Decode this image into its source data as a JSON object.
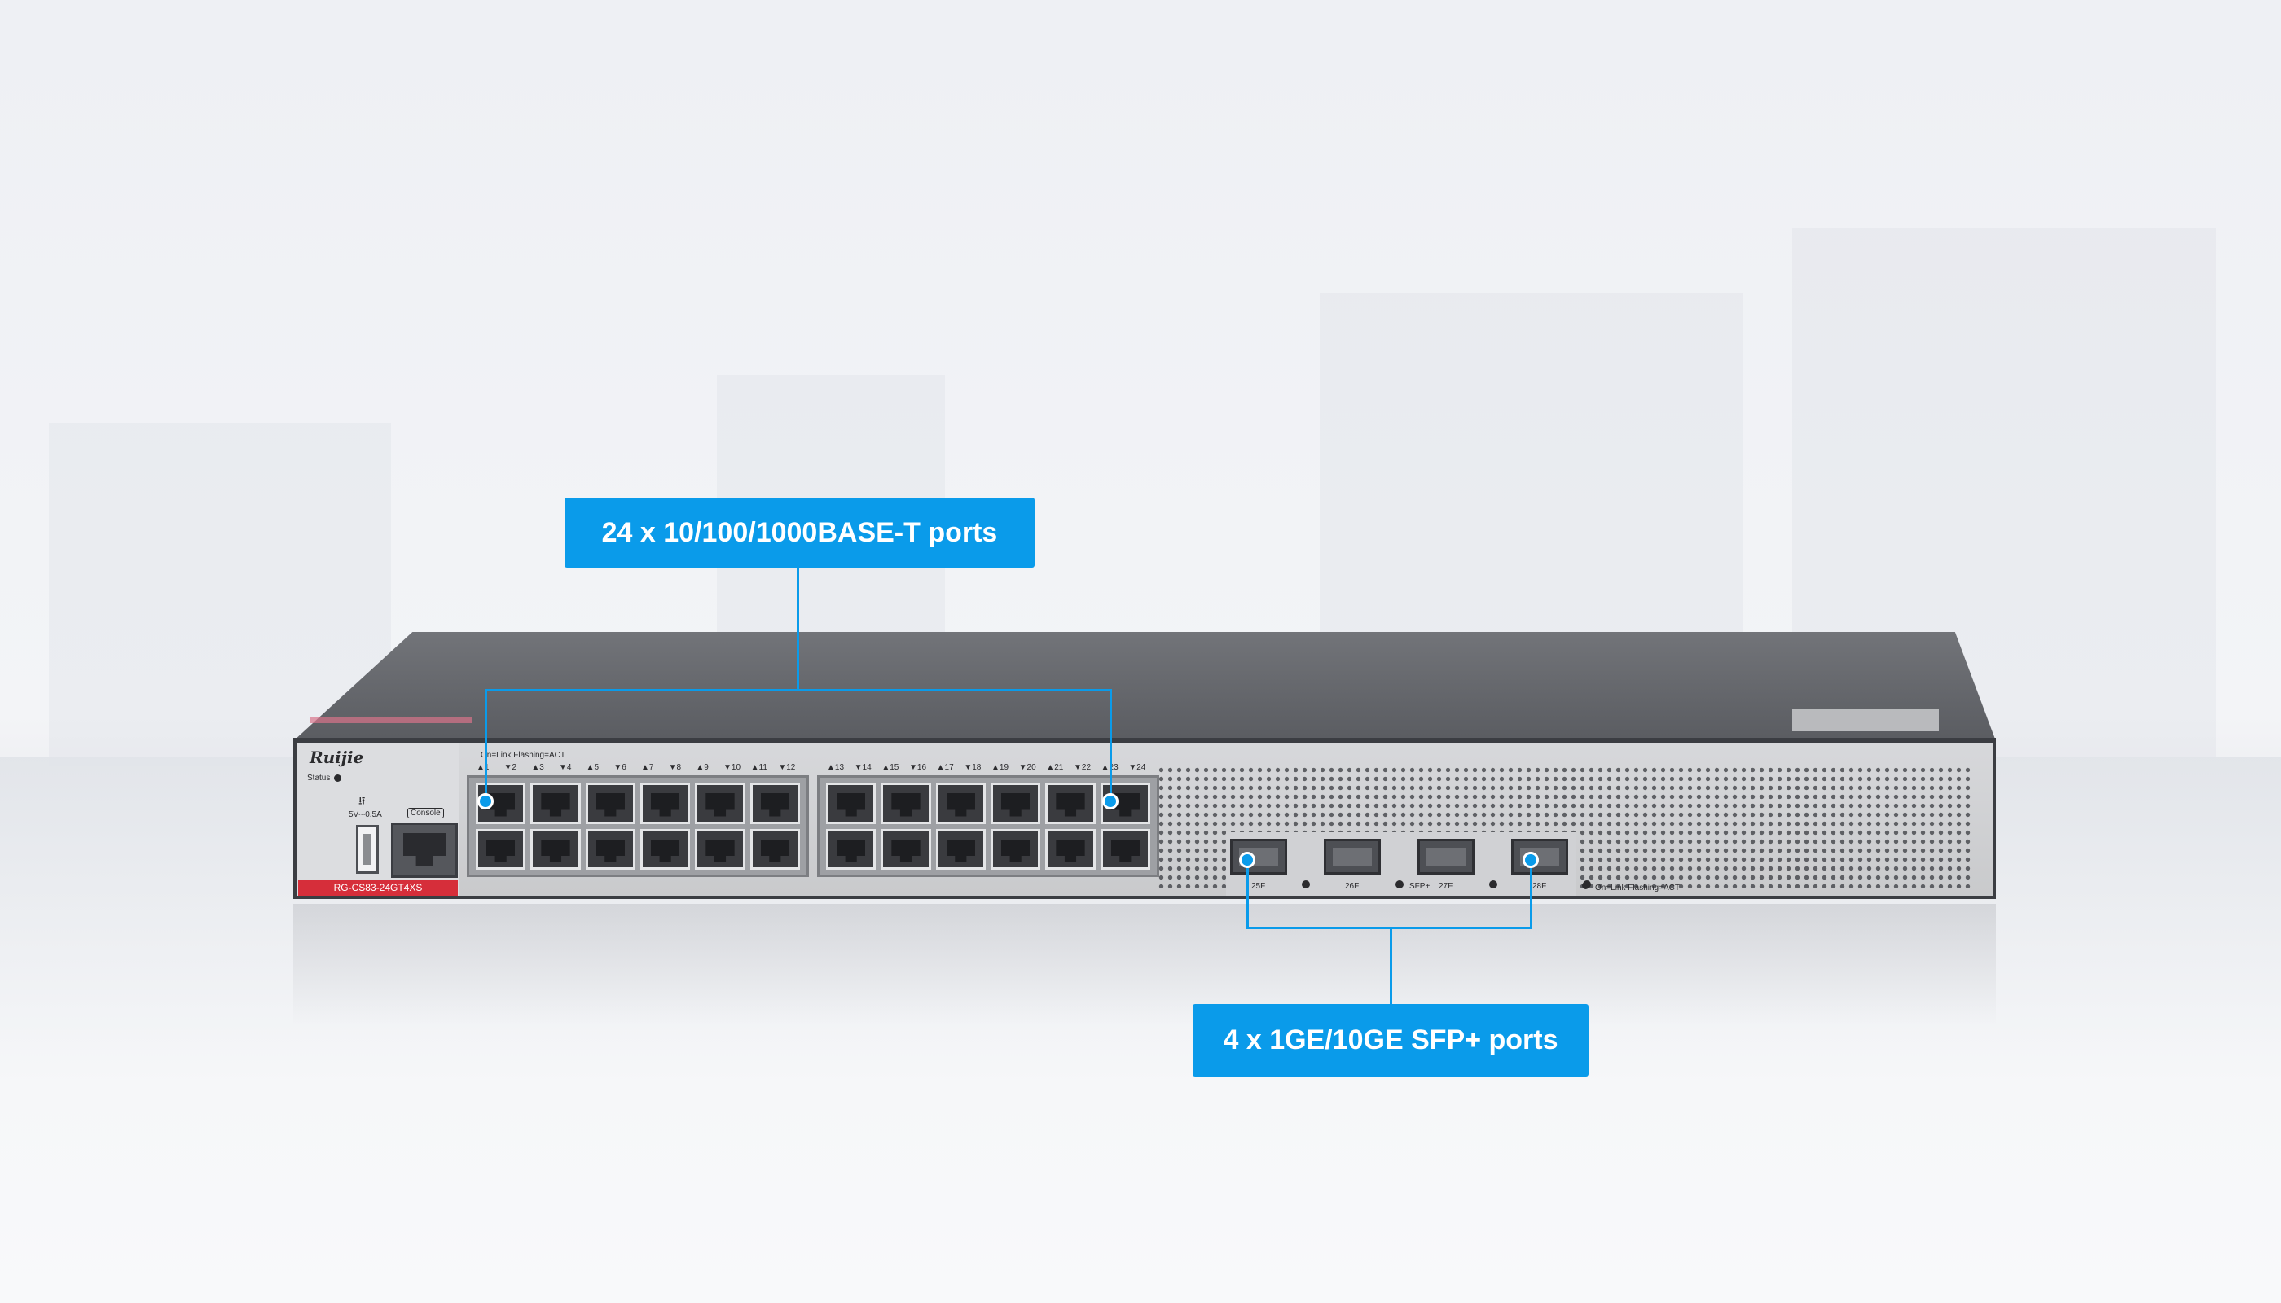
{
  "callouts": {
    "rj45_label": "24 x 10/100/1000BASE-T ports",
    "sfp_label": "4 x 1GE/10GE SFP+ ports"
  },
  "device": {
    "brand": "Ruijie",
    "model": "RG-CS83-24GT4XS",
    "status_label": "Status",
    "usb_rating": "5V⎓0.5A",
    "console_label": "Console",
    "led_legend_rj45": "On=Link  Flashing=ACT",
    "led_legend_sfp": "On=Link  Flashing=ACT",
    "sfp_group_label": "SFP+",
    "rj45_port_numbers": [
      "1",
      "2",
      "3",
      "4",
      "5",
      "6",
      "7",
      "8",
      "9",
      "10",
      "11",
      "12",
      "13",
      "14",
      "15",
      "16",
      "17",
      "18",
      "19",
      "20",
      "21",
      "22",
      "23",
      "24"
    ],
    "sfp_port_labels": [
      "25F",
      "26F",
      "27F",
      "28F"
    ]
  },
  "colors": {
    "accent": "#0a9bea",
    "model_bar": "#d62e3a"
  }
}
